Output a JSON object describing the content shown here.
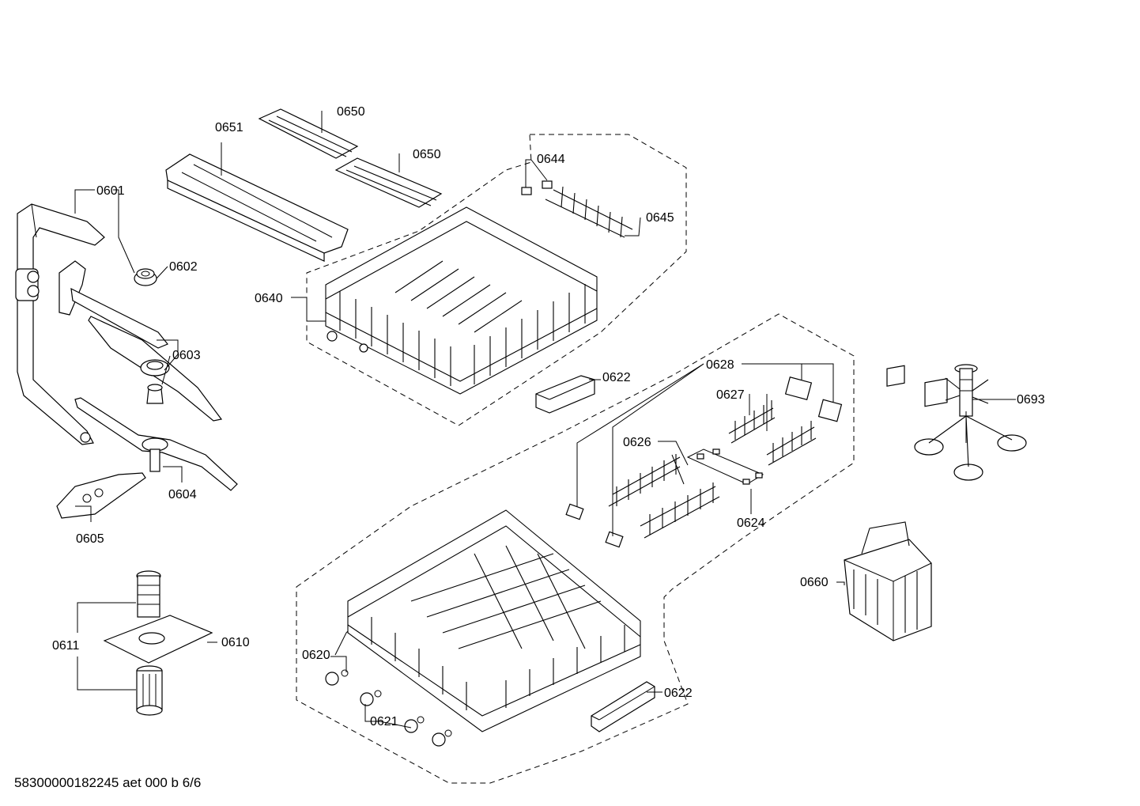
{
  "document_id": "58300000182245 aet 000 b 6/6",
  "callouts": {
    "c0601": "0601",
    "c0602": "0602",
    "c0603": "0603",
    "c0604": "0604",
    "c0605": "0605",
    "c0610": "0610",
    "c0611": "0611",
    "c0620": "0620",
    "c0621": "0621",
    "c0622a": "0622",
    "c0622b": "0622",
    "c0624": "0624",
    "c0626": "0626",
    "c0627": "0627",
    "c0628": "0628",
    "c0640": "0640",
    "c0644": "0644",
    "c0645": "0645",
    "c0650a": "0650",
    "c0650b": "0650",
    "c0651": "0651",
    "c0660": "0660",
    "c0693": "0693"
  }
}
